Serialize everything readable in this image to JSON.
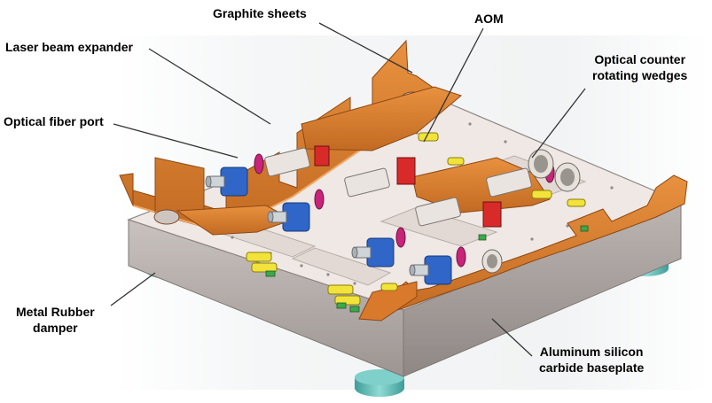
{
  "labels": {
    "graphite_sheets": "Graphite sheets",
    "aom": "AOM",
    "laser_beam_expander": "Laser beam expander",
    "optical_counter_line1": "Optical counter",
    "optical_counter_line2": "rotating wedges",
    "optical_fiber_port": "Optical fiber port",
    "metal_rubber_line1": "Metal Rubber",
    "metal_rubber_line2": "damper",
    "aluminum_line1": "Aluminum silicon",
    "aluminum_line2": "carbide baseplate"
  },
  "colors": {
    "copper": "#d9792c",
    "copper_dark": "#a8551a",
    "plate_top": "#efe8e4",
    "plate_side": "#b4adaa",
    "damper": "#5fb8b4",
    "mount_blue": "#2f66c7",
    "mount_yellow": "#f2e33a",
    "magenta": "#c8247a"
  }
}
